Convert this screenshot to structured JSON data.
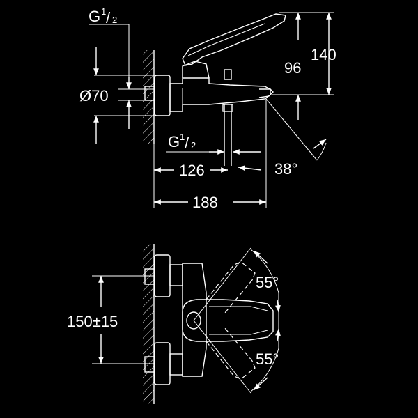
{
  "dimensions": {
    "thread_top": {
      "base": "G",
      "frac_num": "1",
      "frac_den": "2"
    },
    "thread_outlet": {
      "base": "G",
      "frac_num": "1",
      "frac_den": "2"
    },
    "diameter": "Ø70",
    "height_lever": "96",
    "height_total": "140",
    "depth_outlet": "126",
    "depth_spout": "188",
    "spout_angle": "38°",
    "center_distance": "150±15",
    "lever_angle_up": "55°",
    "lever_angle_down": "55°"
  },
  "colors": {
    "background": "#000000",
    "line": "#ffffff"
  }
}
